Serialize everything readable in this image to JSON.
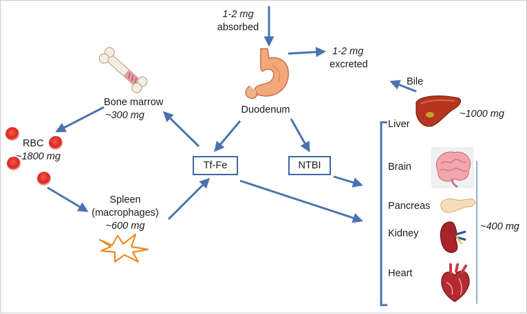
{
  "intake": {
    "amount": "1-2 mg",
    "label": "absorbed"
  },
  "excretion": {
    "amount": "1-2 mg",
    "label": "excreted"
  },
  "duodenum": {
    "label": "Duodenum"
  },
  "bone_marrow": {
    "label": "Bone marrow",
    "amount": "~300 mg"
  },
  "rbc": {
    "label": "RBC",
    "amount": "~1800 mg"
  },
  "spleen": {
    "label_line1": "Spleen",
    "label_line2": "(macrophages)",
    "amount": "~600 mg"
  },
  "tf_fe": {
    "label": "Tf-Fe"
  },
  "ntbi": {
    "label": "NTBI"
  },
  "bile": {
    "label": "Bile"
  },
  "liver": {
    "label": "Liver",
    "amount": "~1000 mg"
  },
  "organs": {
    "brain": "Brain",
    "pancreas": "Pancreas",
    "kidney": "Kidney",
    "heart": "Heart",
    "amount": "~400 mg"
  },
  "colors": {
    "arrow": "#4a72b0",
    "box_border": "#3b66a8",
    "rbc": "#d9251f",
    "spleen": "#f08a24"
  }
}
